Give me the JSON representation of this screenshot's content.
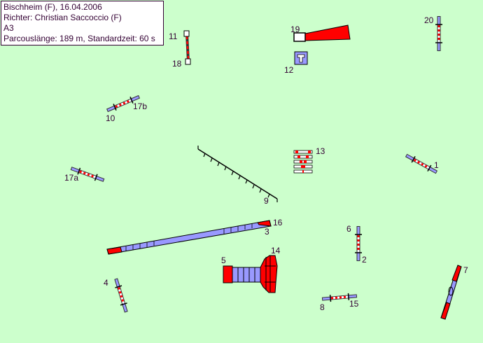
{
  "info": {
    "location_date": "Bischheim (F), 16.04.2006",
    "judge": "Richter: Christian Saccoccio (F)",
    "class": "A3",
    "course_info": "Parcouslänge: 189 m, Standardzeit: 60 s"
  },
  "colors": {
    "background": "#ccffcc",
    "obstacle_blue": "#9999ff",
    "obstacle_red": "#ff0000",
    "text": "#330033"
  },
  "labels": {
    "n1": "1",
    "n2": "2",
    "n3": "3",
    "n4": "4",
    "n5": "5",
    "n6": "6",
    "n7": "7",
    "n8": "8",
    "n9": "9",
    "n10": "10",
    "n11": "11",
    "n12": "12",
    "n13": "13",
    "n14": "14",
    "n15": "15",
    "n16": "16",
    "n17a": "17a",
    "n17b": "17b",
    "n18": "18",
    "n19": "19",
    "n20": "20"
  }
}
